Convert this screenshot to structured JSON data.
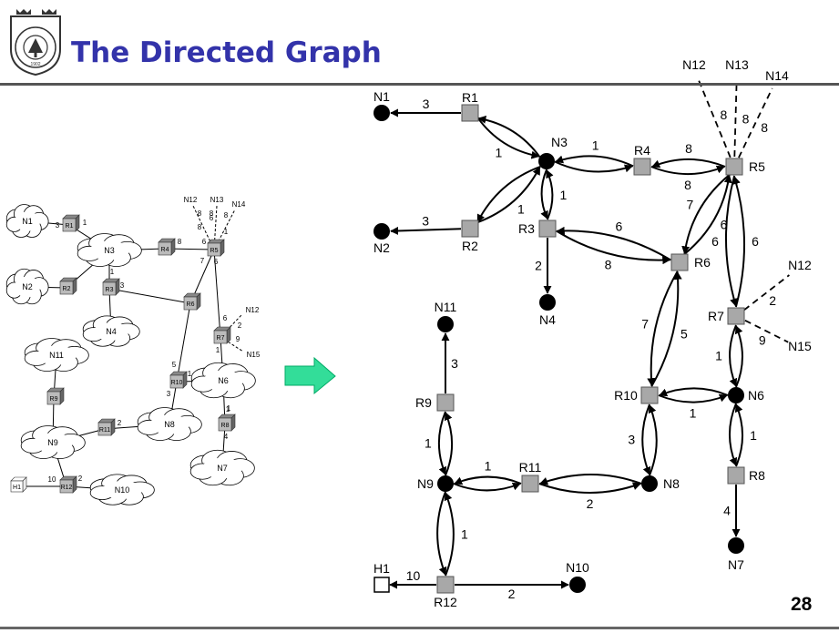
{
  "slide": {
    "title": "The Directed Graph",
    "page_number": "28",
    "logo": {
      "letters": "NANJING UNIVERSITY",
      "year": "1902"
    },
    "arrow_color": "#33dd99",
    "title_color": "#3333aa"
  },
  "left_diagram": {
    "clouds": [
      "N1",
      "N2",
      "N3",
      "N4",
      "N6",
      "N7",
      "N8",
      "N9",
      "N10",
      "N11"
    ],
    "routers": [
      "R1",
      "R2",
      "R3",
      "R4",
      "R5",
      "R6",
      "R7",
      "R8",
      "R9",
      "R10",
      "R11",
      "R12"
    ],
    "host": "H1",
    "external_labels": [
      "N12",
      "N13",
      "N14",
      "N12",
      "N15"
    ],
    "weights": [
      "3",
      "1",
      "8",
      "6",
      "7",
      "6",
      "2",
      "1",
      "8",
      "6",
      "1",
      "3",
      "5",
      "3",
      "1",
      "1",
      "2",
      "1",
      "4",
      "10",
      "2",
      "6",
      "9",
      "8",
      "8",
      "8",
      "1"
    ]
  },
  "right_graph": {
    "network_nodes": [
      "N1",
      "N2",
      "N3",
      "N4",
      "N6",
      "N7",
      "N8",
      "N9",
      "N10",
      "N11"
    ],
    "router_nodes": [
      "R1",
      "R2",
      "R3",
      "R4",
      "R5",
      "R6",
      "R7",
      "R8",
      "R9",
      "R10",
      "R11",
      "R12"
    ],
    "host_node": "H1",
    "external_nodes": [
      "N12",
      "N13",
      "N14",
      "N12",
      "N15"
    ],
    "edges": [
      {
        "from": "R1",
        "to": "N1",
        "w": "3"
      },
      {
        "from": "R1",
        "to": "N3",
        "w": "1"
      },
      {
        "from": "N3",
        "to": "R1",
        "w": ""
      },
      {
        "from": "R2",
        "to": "N2",
        "w": "3"
      },
      {
        "from": "R2",
        "to": "N3",
        "w": "1"
      },
      {
        "from": "N3",
        "to": "R2",
        "w": ""
      },
      {
        "from": "R3",
        "to": "N3",
        "w": "1"
      },
      {
        "from": "N3",
        "to": "R3",
        "w": ""
      },
      {
        "from": "R4",
        "to": "N3",
        "w": "1"
      },
      {
        "from": "N3",
        "to": "R4",
        "w": ""
      },
      {
        "from": "R3",
        "to": "N4",
        "w": "2"
      },
      {
        "from": "R3",
        "to": "R6",
        "w": "8"
      },
      {
        "from": "R6",
        "to": "R3",
        "w": "6"
      },
      {
        "from": "R4",
        "to": "R5",
        "w": "8"
      },
      {
        "from": "R5",
        "to": "R4",
        "w": "8"
      },
      {
        "from": "R5",
        "to": "R6",
        "w": "7"
      },
      {
        "from": "R6",
        "to": "R5",
        "w": "6"
      },
      {
        "from": "R5",
        "to": "R7",
        "w": "6"
      },
      {
        "from": "R7",
        "to": "R5",
        "w": "6"
      },
      {
        "from": "R6",
        "to": "R10",
        "w": "7"
      },
      {
        "from": "R10",
        "to": "R6",
        "w": "5"
      },
      {
        "from": "R7",
        "to": "N6",
        "w": "1"
      },
      {
        "from": "N6",
        "to": "R7",
        "w": ""
      },
      {
        "from": "R10",
        "to": "N6",
        "w": "1"
      },
      {
        "from": "N6",
        "to": "R10",
        "w": ""
      },
      {
        "from": "R10",
        "to": "N8",
        "w": "3"
      },
      {
        "from": "N8",
        "to": "R10",
        "w": ""
      },
      {
        "from": "R8",
        "to": "N6",
        "w": "1"
      },
      {
        "from": "N6",
        "to": "R8",
        "w": ""
      },
      {
        "from": "R8",
        "to": "N7",
        "w": "4"
      },
      {
        "from": "R11",
        "to": "N8",
        "w": "2"
      },
      {
        "from": "N8",
        "to": "R11",
        "w": ""
      },
      {
        "from": "R11",
        "to": "N9",
        "w": "1"
      },
      {
        "from": "N9",
        "to": "R11",
        "w": ""
      },
      {
        "from": "R9",
        "to": "N11",
        "w": "3"
      },
      {
        "from": "R9",
        "to": "N9",
        "w": "1"
      },
      {
        "from": "N9",
        "to": "R9",
        "w": ""
      },
      {
        "from": "R12",
        "to": "N9",
        "w": "1"
      },
      {
        "from": "N9",
        "to": "R12",
        "w": ""
      },
      {
        "from": "R12",
        "to": "H1",
        "w": "10"
      },
      {
        "from": "R12",
        "to": "N10",
        "w": "2"
      }
    ],
    "external_links": [
      {
        "from": "R5",
        "to": "N12",
        "w": "8"
      },
      {
        "from": "R5",
        "to": "N13",
        "w": "8"
      },
      {
        "from": "R5",
        "to": "N14",
        "w": "8"
      },
      {
        "from": "R7",
        "to": "N12",
        "w": "2"
      },
      {
        "from": "R7",
        "to": "N15",
        "w": "9"
      }
    ]
  }
}
